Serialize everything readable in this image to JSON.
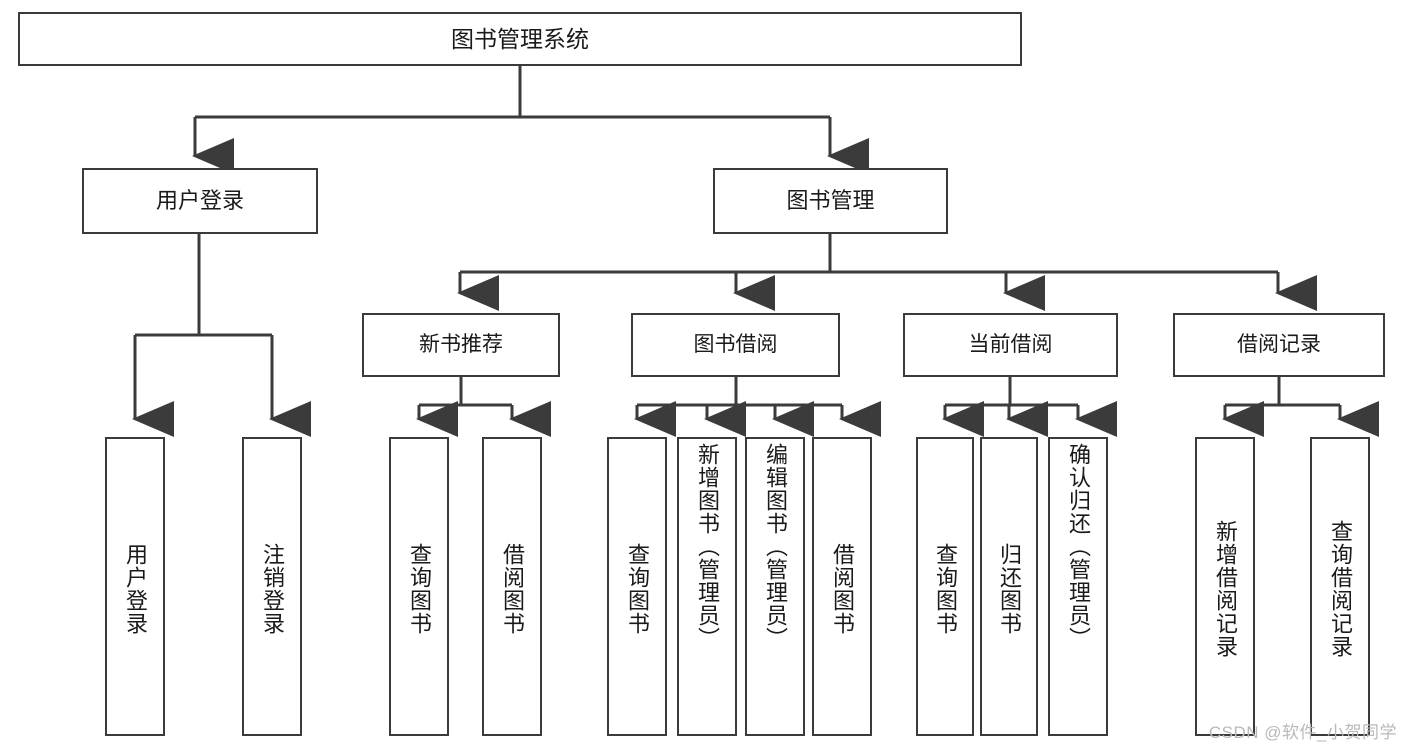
{
  "diagram": {
    "title": "图书管理系统",
    "type": "tree",
    "watermark": "CSDN @软件_小贺同学",
    "root": {
      "id": "root",
      "label": "图书管理系统"
    },
    "level1": [
      {
        "id": "user-login",
        "label": "用户登录"
      },
      {
        "id": "book-manage",
        "label": "图书管理"
      }
    ],
    "level2": [
      {
        "id": "new-book-recommend",
        "label": "新书推荐",
        "parent": "book-manage"
      },
      {
        "id": "book-borrow",
        "label": "图书借阅",
        "parent": "book-manage"
      },
      {
        "id": "current-borrow",
        "label": "当前借阅",
        "parent": "book-manage"
      },
      {
        "id": "borrow-record",
        "label": "借阅记录",
        "parent": "book-manage"
      }
    ],
    "leaves": [
      {
        "id": "leaf-user-login",
        "label": "用户登录",
        "parent": "user-login"
      },
      {
        "id": "leaf-logout-login",
        "label": "注销登录",
        "parent": "user-login"
      },
      {
        "id": "leaf-query-book-1",
        "label": "查询图书",
        "parent": "new-book-recommend"
      },
      {
        "id": "leaf-borrow-book-1",
        "label": "借阅图书",
        "parent": "new-book-recommend"
      },
      {
        "id": "leaf-query-book-2",
        "label": "查询图书",
        "parent": "book-borrow"
      },
      {
        "id": "leaf-add-book",
        "label": "新增图书（管理员）",
        "parent": "book-borrow"
      },
      {
        "id": "leaf-edit-book",
        "label": "编辑图书（管理员）",
        "parent": "book-borrow"
      },
      {
        "id": "leaf-borrow-book-2",
        "label": "借阅图书",
        "parent": "book-borrow"
      },
      {
        "id": "leaf-query-book-3",
        "label": "查询图书",
        "parent": "current-borrow"
      },
      {
        "id": "leaf-return-book",
        "label": "归还图书",
        "parent": "current-borrow"
      },
      {
        "id": "leaf-confirm-return",
        "label": "确认归还（管理员）",
        "parent": "current-borrow"
      },
      {
        "id": "leaf-add-record",
        "label": "新增借阅记录",
        "parent": "borrow-record"
      },
      {
        "id": "leaf-query-record",
        "label": "查询借阅记录",
        "parent": "borrow-record"
      }
    ],
    "colors": {
      "stroke": "#3b3b3b",
      "background": "#ffffff",
      "text": "#1a1a1a",
      "watermark": "#b9b9b9"
    }
  }
}
